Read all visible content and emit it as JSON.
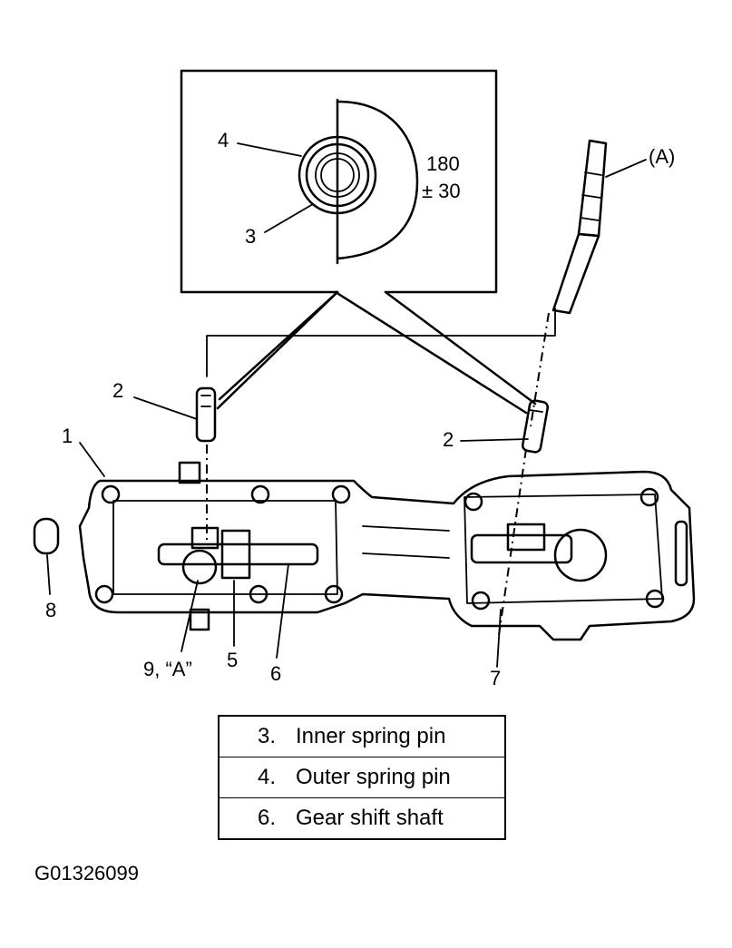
{
  "callouts": {
    "c1": "1",
    "c2_left": "2",
    "c2_right": "2",
    "c3": "3",
    "c4": "4",
    "c5": "5",
    "c6": "6",
    "c7": "7",
    "c8": "8",
    "c9": "9, “A”",
    "cA": "(A)"
  },
  "angle": {
    "line1": "180",
    "line2": "± 30"
  },
  "legend": [
    {
      "num": "3.",
      "text": "Inner spring pin"
    },
    {
      "num": "4.",
      "text": "Outer spring pin"
    },
    {
      "num": "6.",
      "text": "Gear shift shaft"
    }
  ],
  "figure_id": "G01326099"
}
